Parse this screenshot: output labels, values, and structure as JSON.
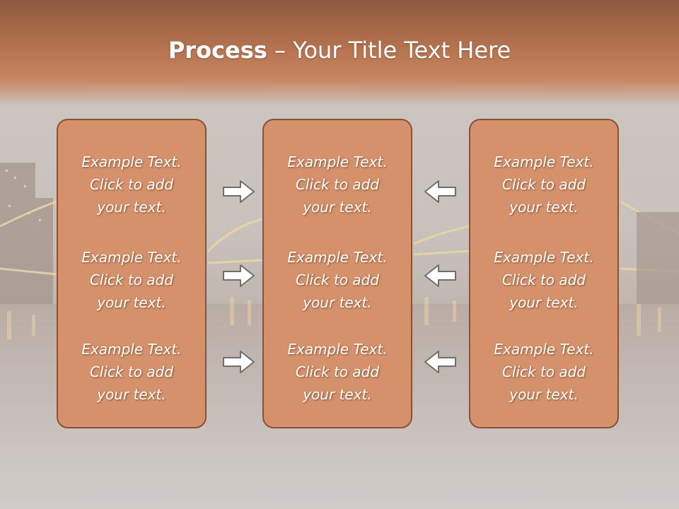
{
  "slide": {
    "title_bold": "Process",
    "title_rest": " – Your Title Text Here"
  },
  "panels": [
    {
      "blocks": [
        [
          "Example Text.",
          "Click  to add",
          "your text."
        ],
        [
          "Example Text.",
          "Click  to add",
          "your text."
        ],
        [
          "Example Text.",
          "Click  to add",
          "your text."
        ]
      ]
    },
    {
      "blocks": [
        [
          "Example Text.",
          "Click  to add",
          "your text."
        ],
        [
          "Example Text.",
          "Click  to add",
          "your text."
        ],
        [
          "Example Text.",
          "Click  to add",
          "your text."
        ]
      ]
    },
    {
      "blocks": [
        [
          "Example Text.",
          "Click  to add",
          "your text."
        ],
        [
          "Example Text.",
          "Click  to add",
          "your text."
        ],
        [
          "Example Text.",
          "Click  to add",
          "your text."
        ]
      ]
    }
  ],
  "arrows": {
    "left_column": "right-arrow-icon",
    "right_column": "left-arrow-icon"
  },
  "colors": {
    "panel_fill": "#d4916b",
    "panel_border": "#8a5234",
    "title_band": "#b4724f",
    "arrow_fill": "#ffffff",
    "arrow_stroke": "#6e6e6e"
  }
}
